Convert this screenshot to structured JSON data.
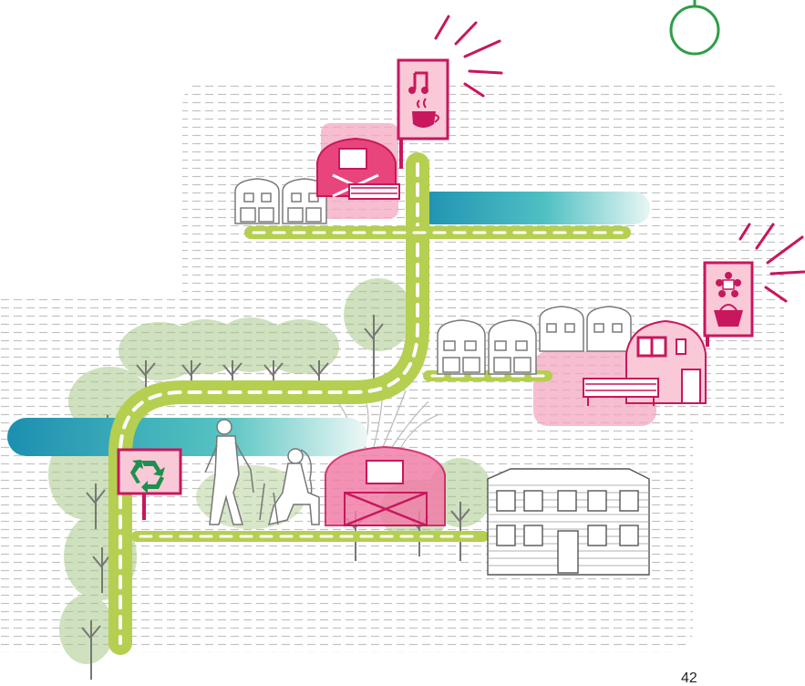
{
  "page": {
    "number": "42"
  },
  "colors": {
    "background": "#ffffff",
    "dash_grey": "#bdbdbd",
    "road_green": "#b5cf50",
    "road_dash": "#ffffff",
    "magenta": "#c8175d",
    "pink_fill": "#f4a7c0",
    "pink_light": "#f9c9d8",
    "water_blue": "#2aa7b8",
    "tree_green": "#a9c98a",
    "grey_outline": "#7a7a7a",
    "recycle_green": "#1e8f4e",
    "gate_green": "#2e9e48"
  },
  "signs": [
    {
      "name": "music-coffee-sign",
      "icons": [
        "music-note-icon",
        "coffee-cup-icon"
      ]
    },
    {
      "name": "market-sign",
      "icons": [
        "people-group-icon",
        "shopping-basket-icon"
      ]
    },
    {
      "name": "recycling-sign",
      "icons": [
        "recycle-icon"
      ]
    }
  ],
  "features": [
    "dashed-grey-area-upper",
    "dashed-grey-area-lower",
    "green-road",
    "upper-canal",
    "lower-canal",
    "community-barn-top",
    "community-barn-right",
    "community-barn-bottom",
    "apartment-building",
    "gardening-people",
    "trees"
  ]
}
